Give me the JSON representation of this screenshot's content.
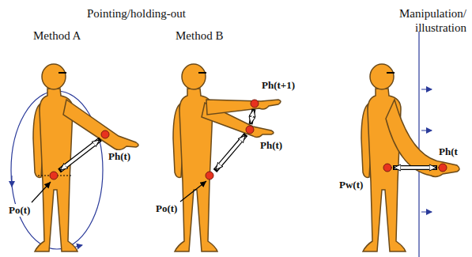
{
  "diagram": {
    "labels": [
      "Pointing/holding-out",
      "Manipulation/ illustration",
      "Method A",
      "Method B",
      "Ph(t)",
      "Po(t)",
      "Ph(t+1)",
      "Ph(t)",
      "Po(t)",
      "Pw(t)",
      "Ph(t"
    ]
  }
}
